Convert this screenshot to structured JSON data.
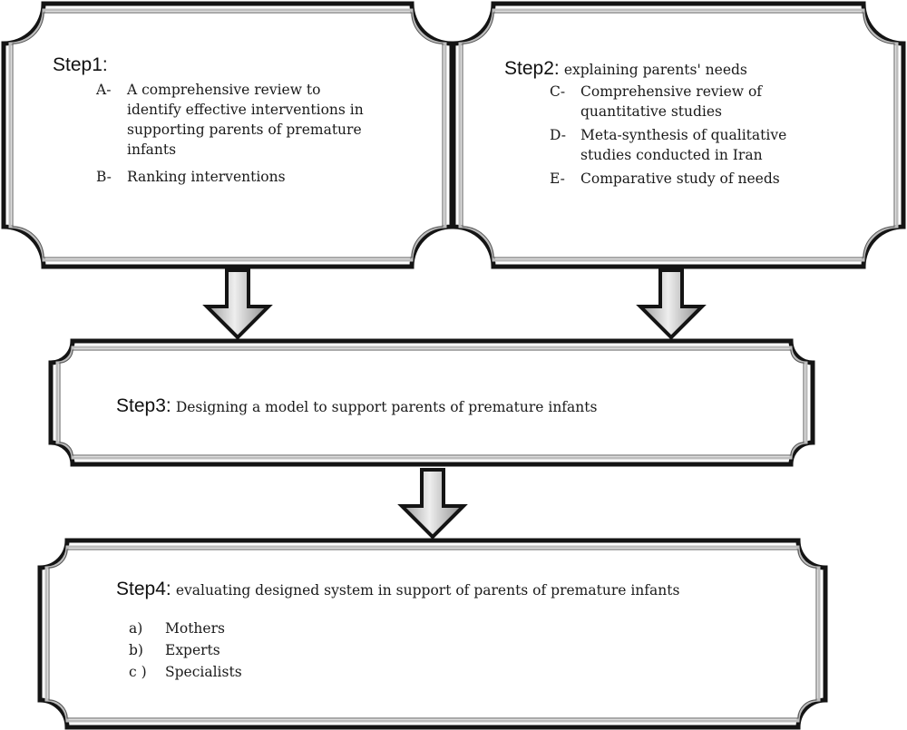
{
  "steps": {
    "step1": {
      "label": "Step1:",
      "items": [
        {
          "marker": "A-",
          "text": "A comprehensive review to identify effective interventions in supporting parents of premature infants"
        },
        {
          "marker": "B-",
          "text": "Ranking interventions"
        }
      ]
    },
    "step2": {
      "label": "Step2:",
      "desc": "explaining parents' needs",
      "items": [
        {
          "marker": "C-",
          "text": "Comprehensive review of quantitative studies"
        },
        {
          "marker": "D-",
          "text": "Meta-synthesis of qualitative studies conducted in Iran"
        },
        {
          "marker": "E-",
          "text": "Comparative study of needs"
        }
      ]
    },
    "step3": {
      "label": "Step3:",
      "desc": "Designing a model to support parents of premature infants"
    },
    "step4": {
      "label": "Step4:",
      "desc": "evaluating designed system in support of parents of premature infants",
      "items": [
        {
          "marker": "a)",
          "text": "Mothers"
        },
        {
          "marker": "b)",
          "text": "Experts"
        },
        {
          "marker": "c )",
          "text": "Specialists"
        }
      ]
    }
  },
  "colors": {
    "frame_stroke": "#141414",
    "frame_bevel": "#bdbdbd",
    "arrow_fill": "#cfcfcf"
  }
}
